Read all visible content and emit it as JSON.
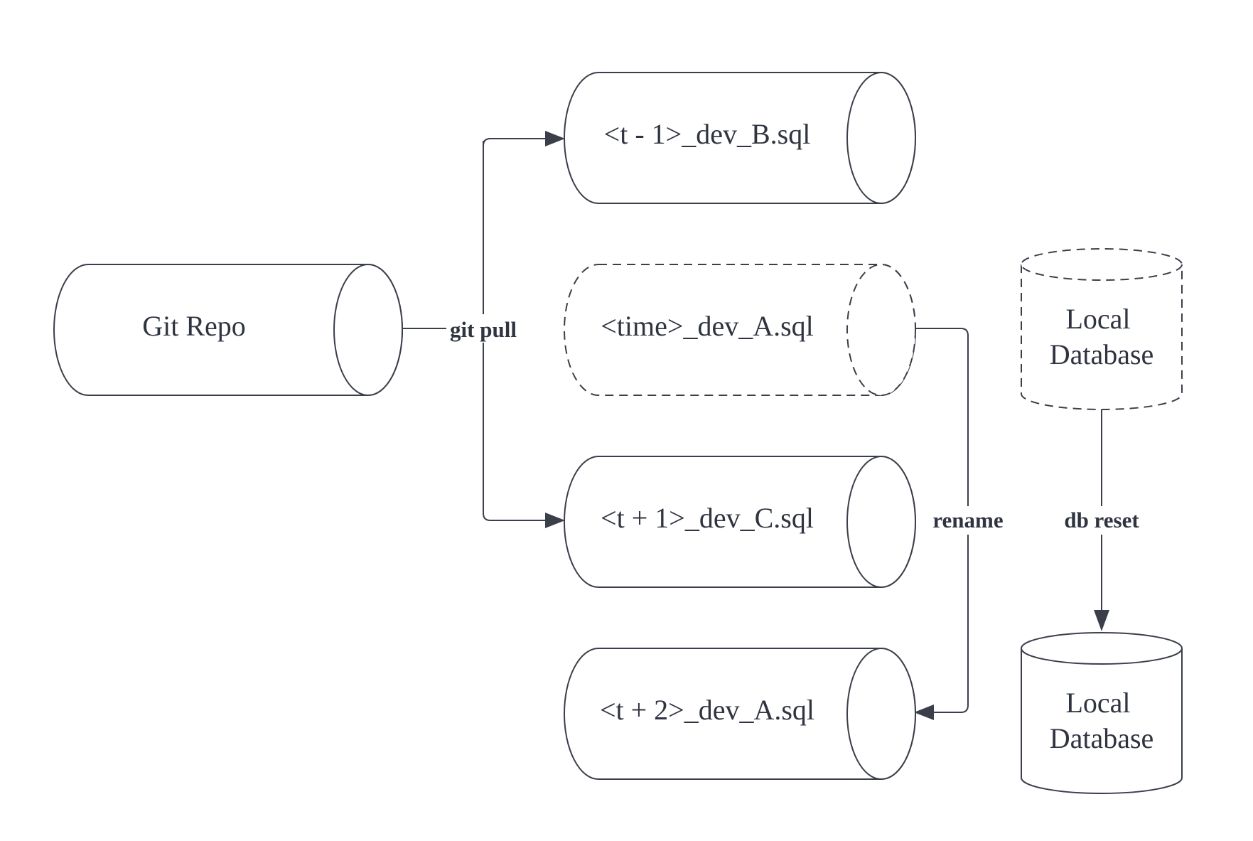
{
  "nodes": {
    "git_repo": "Git Repo",
    "file_b": "<t - 1>_dev_B.sql",
    "file_time_a": "<time>_dev_A.sql",
    "file_c": "<t + 1>_dev_C.sql",
    "file_t2_a": "<t + 2>_dev_A.sql",
    "local_db_before": [
      "Local",
      "Database"
    ],
    "local_db_after": [
      "Local",
      "Database"
    ]
  },
  "edges": {
    "git_pull": "git pull",
    "rename": "rename",
    "db_reset": "db reset"
  },
  "colors": {
    "stroke": "#3a3f4a",
    "text": "#2f3440",
    "background": "#ffffff"
  }
}
